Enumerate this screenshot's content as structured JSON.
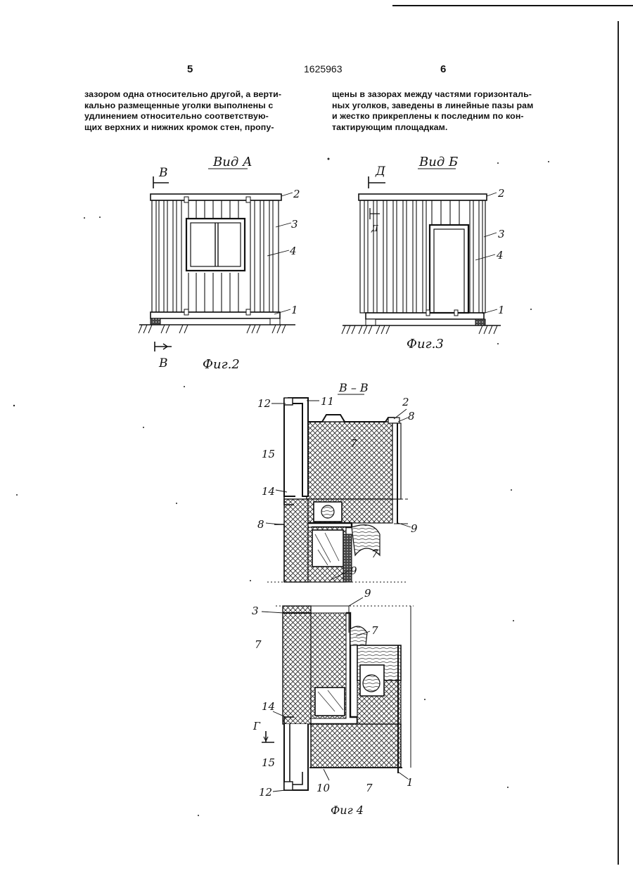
{
  "page": {
    "left_page_number": "5",
    "patent_number": "1625963",
    "right_page_number": "6"
  },
  "text": {
    "left_column": [
      "зазором одна относительно другой, а верти-",
      "кально размещенные уголки выполнены с",
      "удлинением относительно соответствую-",
      "щих верхних и нижних кромок стен, пропу-"
    ],
    "right_column": [
      "щены в зазорах между частями горизонталь-",
      "ных уголков, заведены в линейные пазы рам",
      "и жестко прикреплены к последним по кон-",
      "тактирующим площадкам."
    ]
  },
  "fig2": {
    "view_title": "Вид А",
    "section_letter": "В",
    "caption": "Фиг.2",
    "labels": [
      "2",
      "3",
      "4",
      "1"
    ]
  },
  "fig3": {
    "view_title": "Вид Б",
    "section_letter": "Д",
    "caption": "Фиг.3",
    "labels": [
      "2",
      "3",
      "4",
      "1"
    ]
  },
  "fig4": {
    "section_title": "В – В",
    "section_letter": "Г",
    "caption": "Фиг 4",
    "labels": [
      "12",
      "11",
      "2",
      "8",
      "15",
      "7",
      "14",
      "8",
      "9",
      "7",
      "9",
      "9",
      "3",
      "7",
      "7",
      "14",
      "15",
      "12",
      "10",
      "7",
      "1"
    ]
  }
}
